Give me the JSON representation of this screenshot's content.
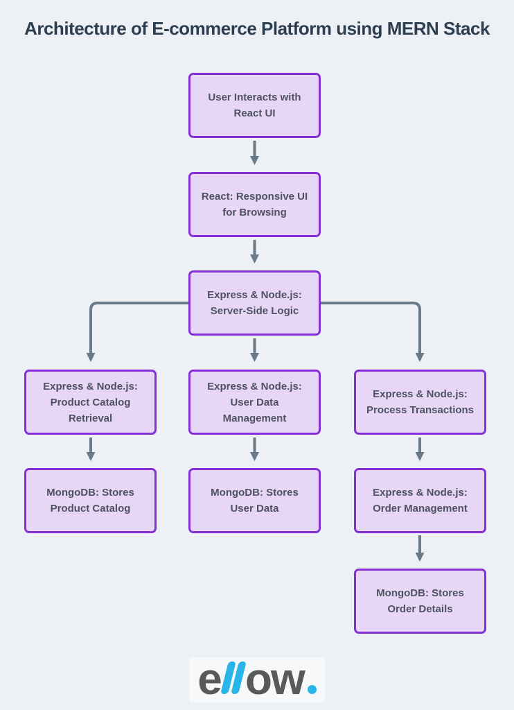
{
  "title": "Architecture of E-commerce Platform using MERN Stack",
  "nodes": [
    {
      "id": "user-react-ui",
      "label": "User Interacts with\nReact UI"
    },
    {
      "id": "react-responsive-ui",
      "label": "React: Responsive UI\nfor Browsing"
    },
    {
      "id": "server-side-logic",
      "label": "Express & Node.js:\nServer-Side Logic"
    },
    {
      "id": "product-catalog-retrieval",
      "label": "Express & Node.js:\nProduct Catalog\nRetrieval"
    },
    {
      "id": "user-data-management",
      "label": "Express & Node.js:\nUser Data\nManagement"
    },
    {
      "id": "process-transactions",
      "label": "Express & Node.js:\nProcess Transactions"
    },
    {
      "id": "mongodb-product-catalog",
      "label": "MongoDB: Stores\nProduct Catalog"
    },
    {
      "id": "mongodb-user-data",
      "label": "MongoDB: Stores\nUser Data"
    },
    {
      "id": "order-management",
      "label": "Express & Node.js:\nOrder Management"
    },
    {
      "id": "mongodb-order-details",
      "label": "MongoDB: Stores\nOrder Details"
    }
  ],
  "edges": [
    {
      "from": "user-react-ui",
      "to": "react-responsive-ui"
    },
    {
      "from": "react-responsive-ui",
      "to": "server-side-logic"
    },
    {
      "from": "server-side-logic",
      "to": "product-catalog-retrieval"
    },
    {
      "from": "server-side-logic",
      "to": "user-data-management"
    },
    {
      "from": "server-side-logic",
      "to": "process-transactions"
    },
    {
      "from": "product-catalog-retrieval",
      "to": "mongodb-product-catalog"
    },
    {
      "from": "user-data-management",
      "to": "mongodb-user-data"
    },
    {
      "from": "process-transactions",
      "to": "order-management"
    },
    {
      "from": "order-management",
      "to": "mongodb-order-details"
    }
  ],
  "logo": {
    "prefix": "e",
    "suffix": "ow"
  },
  "colors": {
    "background": "#edf1f5",
    "box_fill": "#e8d6f6",
    "box_border": "#8430d6",
    "box_text": "#4d5360",
    "title_text": "#2d3e50",
    "arrow": "#6b7a89",
    "logo_text": "#58595b",
    "logo_accent": "#29b5e8"
  }
}
